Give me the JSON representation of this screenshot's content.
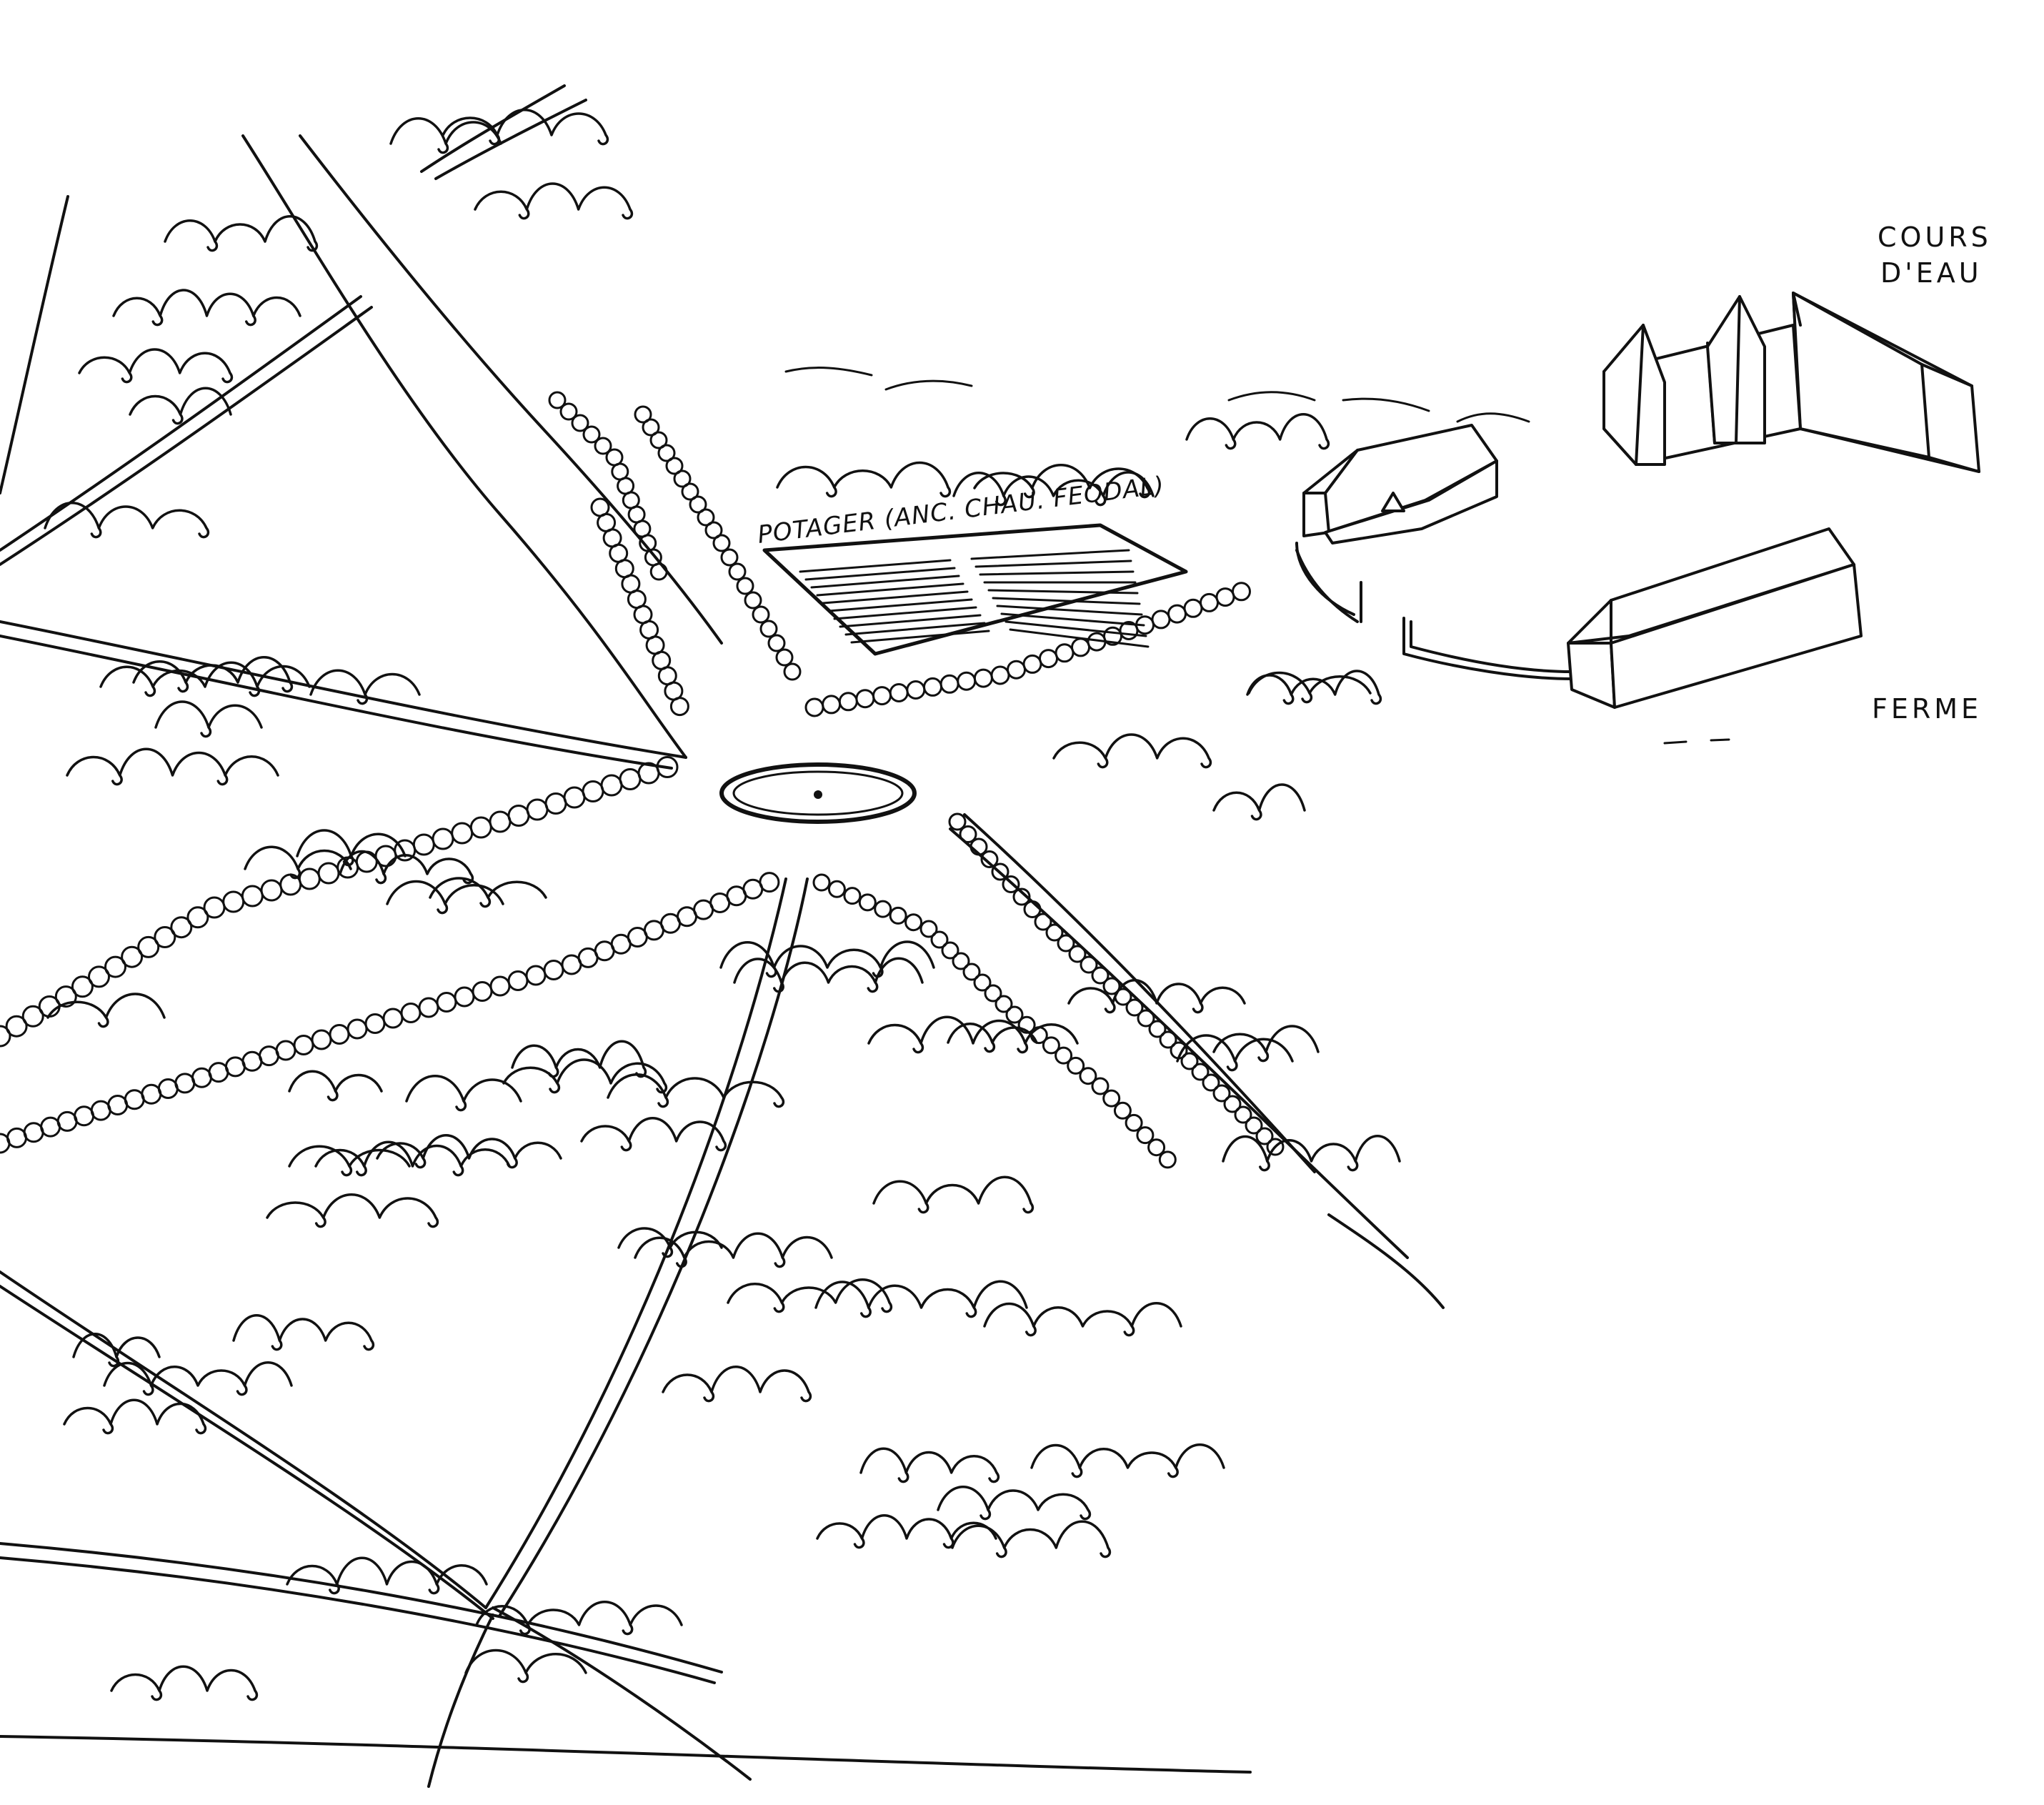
{
  "labels": {
    "cours_deau_line1": "COURS",
    "cours_deau_line2": "D'EAU",
    "ferme": "FERME",
    "potager": "POTAGER (ANC. CHAU. FEODAL)"
  },
  "colors": {
    "ink": "#111111",
    "paper": "#ffffff"
  }
}
